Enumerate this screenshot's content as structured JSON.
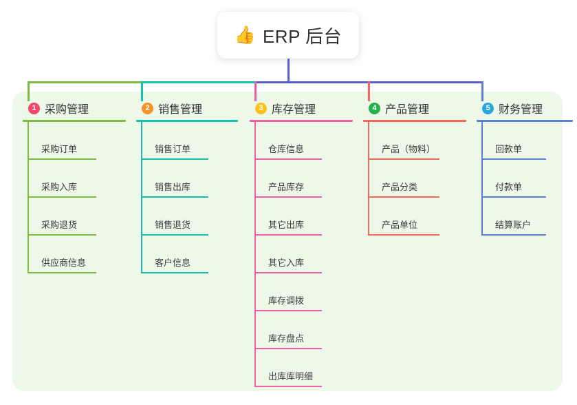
{
  "root": {
    "icon": "thumbs-up-emoji",
    "emoji": "👍",
    "title": "ERP 后台"
  },
  "palette": {
    "panel_bg": "#eef8e9",
    "page_bg": "#ffffff",
    "text": "#2f3136",
    "connector_left": "#7dbb42",
    "connector_mid": "#17bfae",
    "connector_right": "#5b5bd6"
  },
  "columns": [
    {
      "number": "1",
      "title": "采购管理",
      "badge_color": "#f5456a",
      "line_color": "#7dbb42",
      "items": [
        {
          "label": "采购订单"
        },
        {
          "label": "采购入库"
        },
        {
          "label": "采购退货"
        },
        {
          "label": "供应商信息"
        }
      ]
    },
    {
      "number": "2",
      "title": "销售管理",
      "badge_color": "#f7932a",
      "line_color": "#17bfae",
      "items": [
        {
          "label": "销售订单"
        },
        {
          "label": "销售出库"
        },
        {
          "label": "销售退货"
        },
        {
          "label": "客户信息"
        }
      ]
    },
    {
      "number": "3",
      "title": "库存管理",
      "badge_color": "#fcc21b",
      "line_color": "#ec5fa4",
      "items": [
        {
          "label": "仓库信息"
        },
        {
          "label": "产品库存"
        },
        {
          "label": "其它出库"
        },
        {
          "label": "其它入库"
        },
        {
          "label": "库存调拨"
        },
        {
          "label": "库存盘点"
        },
        {
          "label": "出库库明细"
        }
      ]
    },
    {
      "number": "4",
      "title": "产品管理",
      "badge_color": "#22b14c",
      "line_color": "#f4665f",
      "items": [
        {
          "label": "产品（物料）"
        },
        {
          "label": "产品分类"
        },
        {
          "label": "产品单位"
        }
      ]
    },
    {
      "number": "5",
      "title": "财务管理",
      "badge_color": "#29a7e1",
      "line_color": "#5b7fd4",
      "items": [
        {
          "label": "回款单"
        },
        {
          "label": "付款单"
        },
        {
          "label": "结算账户"
        }
      ]
    }
  ]
}
